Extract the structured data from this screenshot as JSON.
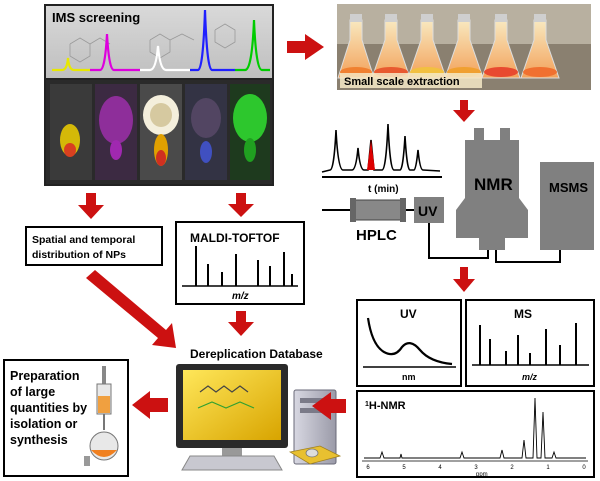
{
  "ims": {
    "title": "IMS screening"
  },
  "extraction": {
    "label": "Small scale extraction"
  },
  "chromatogram": {
    "xlabel": "t (min)"
  },
  "hplc": {
    "label": "HPLC",
    "uv_label": "UV"
  },
  "instruments": {
    "nmr": "NMR",
    "msms": "MSMS"
  },
  "spatial": {
    "label_line1": "Spatial and temporal",
    "label_line2": "distribution of NPs"
  },
  "maldi": {
    "title": "MALDI-TOFTOF",
    "xlabel": "m/z"
  },
  "uv_panel": {
    "title": "UV",
    "xlabel": "nm"
  },
  "ms_panel": {
    "title": "MS",
    "xlabel": "m/z"
  },
  "nmr_panel": {
    "title_sup": "1",
    "title": "H-NMR",
    "ticks": [
      "6",
      "5",
      "4",
      "3",
      "2",
      "1",
      "0"
    ],
    "xlabel": "ppm"
  },
  "database": {
    "label": "Dereplication Database"
  },
  "preparation": {
    "lines": [
      "Preparation",
      "of large",
      "quantities by",
      "isolation or",
      "synthesis"
    ]
  },
  "colors": {
    "arrow": "#cc1111",
    "box_fill": "#808080",
    "peak_red": "#dd0000"
  }
}
